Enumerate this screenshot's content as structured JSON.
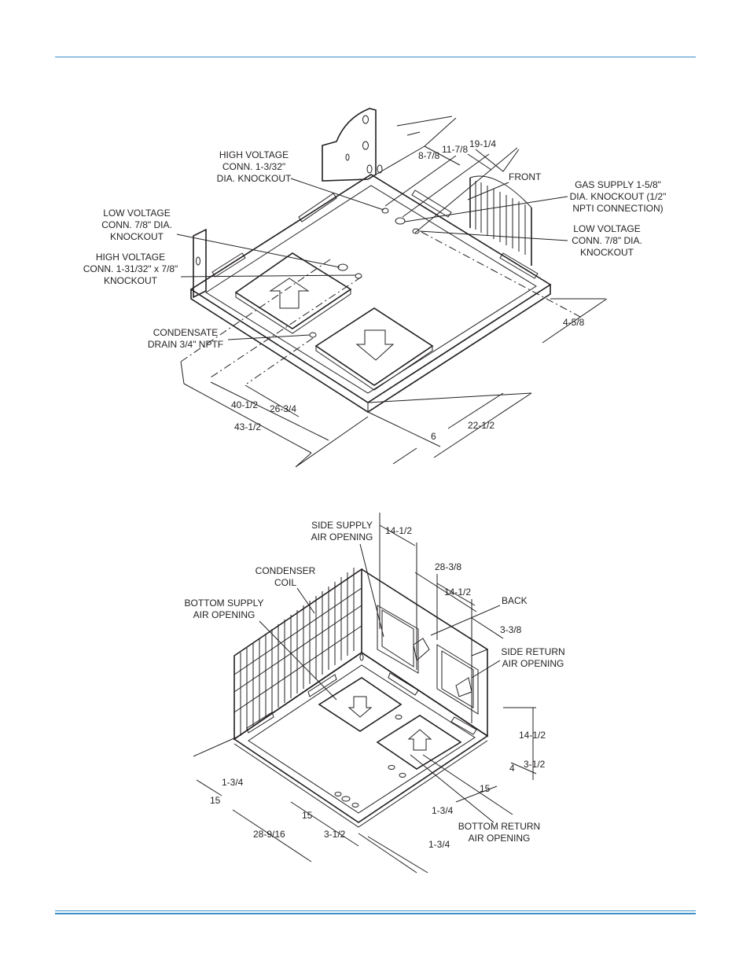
{
  "top_view": {
    "callouts": {
      "high_voltage_conn_1": "HIGH VOLTAGE\nCONN. 1-3/32\"\nDIA. KNOCKOUT",
      "low_voltage_conn_1": "LOW VOLTAGE\nCONN. 7/8\" DIA.\nKNOCKOUT",
      "high_voltage_conn_2": "HIGH VOLTAGE\nCONN. 1-31/32\" x 7/8\"\nKNOCKOUT",
      "condensate_drain": "CONDENSATE\nDRAIN 3/4\" NPTF",
      "front": "FRONT",
      "gas_supply": "GAS SUPPLY 1-5/8\"\nDIA. KNOCKOUT (1/2\"\nNPTI CONNECTION)",
      "low_voltage_conn_2": "LOW VOLTAGE\nCONN. 7/8\" DIA.\nKNOCKOUT"
    },
    "dimensions": {
      "d_8_7_8": "8-7/8",
      "d_11_7_8": "11-7/8",
      "d_19_1_4": "19-1/4",
      "d_4_5_8": "4-5/8",
      "d_40_1_2": "40-1/2",
      "d_26_3_4": "26-3/4",
      "d_43_1_2": "43-1/2",
      "d_6": "6",
      "d_22_1_2": "22-1/2"
    }
  },
  "bottom_view": {
    "callouts": {
      "side_supply": "SIDE SUPPLY\nAIR OPENING",
      "condenser_coil": "CONDENSER\nCOIL",
      "bottom_supply": "BOTTOM SUPPLY\nAIR OPENING",
      "back": "BACK",
      "side_return": "SIDE RETURN\nAIR OPENING",
      "bottom_return": "BOTTOM RETURN\nAIR OPENING"
    },
    "dimensions": {
      "d_14_1_2_a": "14-1/2",
      "d_28_3_8": "28-3/8",
      "d_14_1_2_b": "14-1/2",
      "d_3_3_8": "3-3/8",
      "d_14_1_2_c": "14-1/2",
      "d_3_1_2_a": "3-1/2",
      "d_4": "4",
      "d_15_a": "15",
      "d_1_3_4_a": "1-3/4",
      "d_15_b": "15",
      "d_15_c": "15",
      "d_28_9_16": "28-9/16",
      "d_3_1_2_b": "3-1/2",
      "d_1_3_4_b": "1-3/4",
      "d_1_3_4_c": "1-3/4"
    }
  }
}
